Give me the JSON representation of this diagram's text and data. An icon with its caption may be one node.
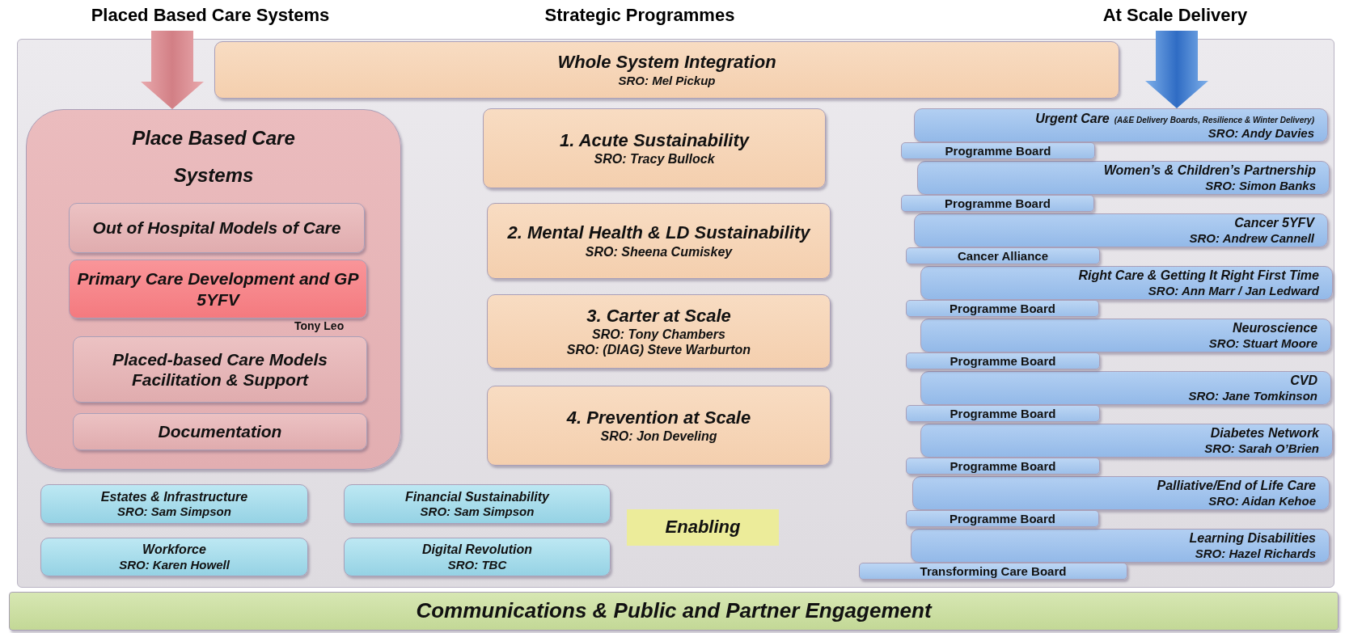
{
  "diagram": {
    "nodes": [
      {
        "text": [
          "Placed Based Care Systems"
        ]
      },
      {
        "text": [
          "At Scale Delivery"
        ]
      },
      {
        "text": [],
        "shape": "box"
      },
      {
        "text": [
          "Whole System Integration",
          "SRO: Mel Pickup"
        ],
        "in": 2
      },
      {
        "text": [
          "Place Based Care Systems"
        ],
        "in": 2
      },
      {
        "text": [
          "Out of Hospital Models of Care"
        ],
        "in": 4
      },
      {
        "text": [
          "Primary Care Development and GP 5YFV"
        ],
        "in": 4,
        "beside": [
          "Tony Leo"
        ]
      },
      {
        "text": [
          "Placed-based Care Models Facilitation & Support"
        ],
        "in": 4
      },
      {
        "text": [
          "Documentation"
        ],
        "in": 4
      },
      {
        "text": [
          "1. Acute Sustainability",
          "SRO: Tracy Bullock"
        ],
        "in": 2
      },
      {
        "text": [
          "2. Mental Health & LD Sustainability",
          "SRO: Sheena Cumiskey"
        ],
        "in": 2
      },
      {
        "text": [
          "3. Carter at Scale",
          "SRO: Tony Chambers",
          "SRO: (DIAG) Steve Warburton"
        ],
        "in": 2
      },
      {
        "text": [
          "4. Prevention at Scale",
          "SRO: Jon Develing"
        ],
        "in": 2
      },
      {
        "text": [
          "Urgent Care",
          "(A&E Delivery Boards, Resilience & Winter Delivery)",
          "SRO: Andy Davies"
        ],
        "in": 2
      },
      {
        "text": [
          "Programme Board"
        ],
        "in": 2
      },
      {
        "text": [
          "Women’s & Children’s Partnership",
          "SRO: Simon Banks"
        ],
        "in": 2
      },
      {
        "text": [
          "Programme Board"
        ],
        "in": 2
      },
      {
        "text": [
          "Cancer 5YFV",
          "SRO: Andrew Cannell"
        ],
        "in": 2
      },
      {
        "text": [
          "Cancer Alliance"
        ],
        "in": 2
      },
      {
        "text": [
          "Right Care & Getting It Right First Time",
          "SRO: Ann Marr / Jan Ledward"
        ],
        "in": 2
      },
      {
        "text": [
          "Programme Board"
        ],
        "in": 2
      },
      {
        "text": [
          "Neuroscience",
          "SRO: Stuart Moore"
        ],
        "in": 2
      },
      {
        "text": [
          "Programme Board"
        ],
        "in": 2
      },
      {
        "text": [
          "CVD",
          "SRO: Jane Tomkinson"
        ],
        "in": 2
      },
      {
        "text": [
          "Programme Board"
        ],
        "in": 2
      },
      {
        "text": [
          "Diabetes Network",
          "SRO: Sarah O’Brien"
        ],
        "in": 2
      },
      {
        "text": [
          "Programme Board"
        ],
        "in": 2
      },
      {
        "text": [
          "Palliative/End of Life Care",
          "SRO: Aidan Kehoe"
        ],
        "in": 2
      },
      {
        "text": [
          "Programme Board"
        ],
        "in": 2
      },
      {
        "text": [
          "Learning Disabilities",
          "SRO: Hazel Richards"
        ],
        "in": 2
      },
      {
        "text": [
          "Transforming Care Board"
        ],
        "in": 2
      },
      {
        "text": [
          "Estates & Infrastructure",
          "SRO: Sam Simpson"
        ],
        "in": 2
      },
      {
        "text": [
          "Financial Sustainability",
          "SRO: Sam Simpson"
        ],
        "in": 2
      },
      {
        "text": [
          "Enabling"
        ],
        "in": 2
      },
      {
        "text": [
          "Workforce",
          "SRO: Karen Howell"
        ],
        "in": 2
      },
      {
        "text": [
          "Digital Revolution",
          "SRO: TBC"
        ],
        "in": 2
      },
      {
        "text": [
          "Communications & Public and Partner Engagement"
        ]
      }
    ],
    "edges": [
      {
        "from": 0,
        "to": 4,
        "arrow": "to"
      },
      {
        "from": 1,
        "to": 13,
        "arrow": "to"
      }
    ],
    "labels": [
      "Strategic Programmes"
    ]
  }
}
